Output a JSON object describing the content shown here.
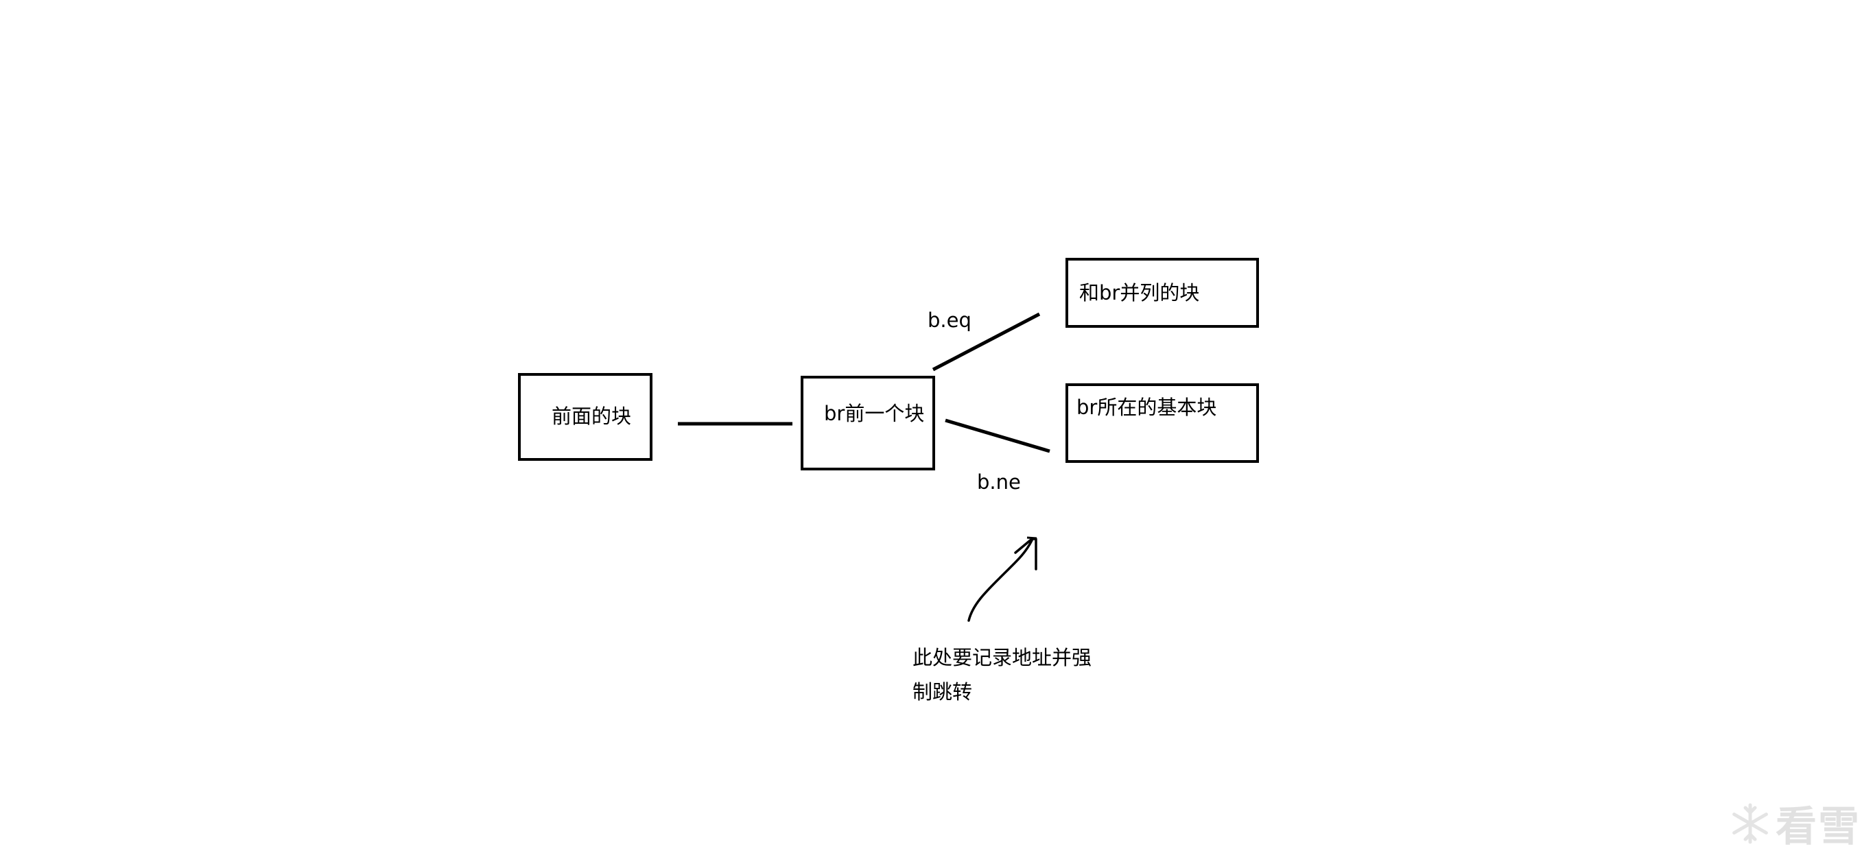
{
  "nodes": {
    "prev_block": "前面的块",
    "br_prev_block": "br前一个块",
    "parallel_block": "和br并列的块",
    "br_block": "br所在的基本块"
  },
  "edges": {
    "eq_label": "b.eq",
    "ne_label": "b.ne"
  },
  "note": {
    "line1": "此处要记录地址并强",
    "line2": "制跳转"
  },
  "watermark": {
    "text": "看雪",
    "icon": "snowflake-icon"
  }
}
